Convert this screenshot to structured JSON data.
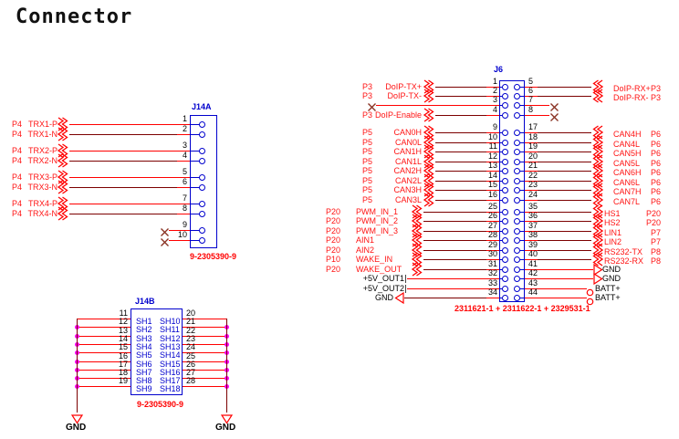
{
  "title": "Connector",
  "colors": {
    "red": "#ff0000",
    "maroon": "#7c0000",
    "blue": "#0000cd",
    "magenta": "#ff00ff",
    "black": "#000000",
    "label_red": "#ff1414",
    "xmark": "#8a3324"
  },
  "j14a": {
    "refdes": "J14A",
    "part": "9-2305390-9",
    "pins": [
      {
        "num": "1",
        "ref": "P4",
        "name": "TRX1-P",
        "term": "zigzag",
        "wire": "red"
      },
      {
        "num": "2",
        "ref": "P4",
        "name": "TRX1-N",
        "term": "zigzag",
        "wire": "maroon"
      },
      {
        "num": "3",
        "ref": "P4",
        "name": "TRX2-P",
        "term": "zigzag",
        "wire": "red"
      },
      {
        "num": "4",
        "ref": "P4",
        "name": "TRX2-N",
        "term": "zigzag",
        "wire": "maroon"
      },
      {
        "num": "5",
        "ref": "P4",
        "name": "TRX3-P",
        "term": "zigzag",
        "wire": "red"
      },
      {
        "num": "6",
        "ref": "P4",
        "name": "TRX3-N",
        "term": "zigzag",
        "wire": "maroon"
      },
      {
        "num": "7",
        "ref": "P4",
        "name": "TRX4-P",
        "term": "zigzag",
        "wire": "red"
      },
      {
        "num": "8",
        "ref": "P4",
        "name": "TRX4-N",
        "term": "zigzag",
        "wire": "maroon"
      },
      {
        "num": "9",
        "term": "x",
        "wire": "red"
      },
      {
        "num": "10",
        "term": "x",
        "wire": "red"
      }
    ]
  },
  "j6": {
    "refdes": "J6",
    "part": "2311621-1 + 2311622-1 + 2329531-1",
    "left": [
      {
        "num": "1",
        "ref": "P3",
        "name": "DoIP-TX+",
        "term": "zigzag",
        "wire": "maroon",
        "g": 0
      },
      {
        "num": "2",
        "ref": "P3",
        "name": "DoIP-TX-",
        "term": "zigzag",
        "wire": "maroon",
        "g": 0
      },
      {
        "num": "3",
        "term": "x",
        "wire": "red",
        "g": 0
      },
      {
        "num": "4",
        "ref": "P3",
        "name": "DoIP-Enable",
        "term": "zigzag",
        "wire": "maroon",
        "g": 0
      },
      {
        "num": "9",
        "ref": "P5",
        "name": "CAN0H",
        "term": "zigzag",
        "wire": "maroon",
        "g": 1
      },
      {
        "num": "10",
        "ref": "P5",
        "name": "CAN0L",
        "term": "zigzag",
        "wire": "maroon",
        "g": 1
      },
      {
        "num": "11",
        "ref": "P5",
        "name": "CAN1H",
        "term": "zigzag",
        "wire": "maroon",
        "g": 1
      },
      {
        "num": "12",
        "ref": "P5",
        "name": "CAN1L",
        "term": "zigzag",
        "wire": "maroon",
        "g": 1
      },
      {
        "num": "13",
        "ref": "P5",
        "name": "CAN2H",
        "term": "zigzag",
        "wire": "maroon",
        "g": 1
      },
      {
        "num": "14",
        "ref": "P5",
        "name": "CAN2L",
        "term": "zigzag",
        "wire": "maroon",
        "g": 1
      },
      {
        "num": "15",
        "ref": "P5",
        "name": "CAN3H",
        "term": "zigzag",
        "wire": "maroon",
        "g": 1
      },
      {
        "num": "16",
        "ref": "P5",
        "name": "CAN3L",
        "term": "zigzag",
        "wire": "maroon",
        "g": 1
      },
      {
        "num": "25",
        "ref": "P20",
        "name": "PWM_IN_1",
        "term": "zigzag",
        "wire": "maroon",
        "g": 2
      },
      {
        "num": "26",
        "ref": "P20",
        "name": "PWM_IN_2",
        "term": "zigzag",
        "wire": "maroon",
        "g": 2
      },
      {
        "num": "27",
        "ref": "P20",
        "name": "PWM_IN_3",
        "term": "zigzag",
        "wire": "maroon",
        "g": 2
      },
      {
        "num": "28",
        "ref": "P20",
        "name": "AIN1",
        "term": "zigzag",
        "wire": "maroon",
        "g": 2
      },
      {
        "num": "29",
        "ref": "P20",
        "name": "AIN2",
        "term": "zigzag",
        "wire": "maroon",
        "g": 2
      },
      {
        "num": "30",
        "ref": "P10",
        "name": "WAKE_IN",
        "term": "zigzag",
        "wire": "maroon",
        "g": 2
      },
      {
        "num": "31",
        "ref": "P20",
        "name": "WAKE_OUT",
        "term": "zigzag",
        "wire": "maroon",
        "g": 2
      },
      {
        "num": "32",
        "name": "+5V_OUT1",
        "term": "tick",
        "wire": "red",
        "black": true,
        "g": 2
      },
      {
        "num": "33",
        "name": "+5V_OUT2",
        "term": "tick",
        "wire": "red",
        "black": true,
        "g": 2
      },
      {
        "num": "34",
        "name": "GND",
        "term": "gnd-left",
        "wire": "maroon",
        "black": true,
        "g": 2
      }
    ],
    "right": [
      {
        "num": "5",
        "name": "DoIP-RX+",
        "ref": "P3",
        "term": "zigzag",
        "wire": "maroon",
        "g": 0
      },
      {
        "num": "6",
        "name": "DoIP-RX-",
        "ref": "P3",
        "term": "zigzag",
        "wire": "maroon",
        "g": 0
      },
      {
        "num": "7",
        "term": "x",
        "wire": "red",
        "g": 0
      },
      {
        "num": "8",
        "term": "x",
        "wire": "red",
        "g": 0
      },
      {
        "num": "17",
        "name": "CAN4H",
        "ref": "P6",
        "term": "zigzag",
        "wire": "maroon",
        "g": 1
      },
      {
        "num": "18",
        "name": "CAN4L",
        "ref": "P6",
        "term": "zigzag",
        "wire": "maroon",
        "g": 1
      },
      {
        "num": "19",
        "name": "CAN5H",
        "ref": "P6",
        "term": "zigzag",
        "wire": "maroon",
        "g": 1
      },
      {
        "num": "20",
        "name": "CAN5L",
        "ref": "P6",
        "term": "zigzag",
        "wire": "maroon",
        "g": 1
      },
      {
        "num": "21",
        "name": "CAN6H",
        "ref": "P6",
        "term": "zigzag",
        "wire": "maroon",
        "g": 1
      },
      {
        "num": "22",
        "name": "CAN6L",
        "ref": "P6",
        "term": "zigzag",
        "wire": "maroon",
        "g": 1
      },
      {
        "num": "23",
        "name": "CAN7H",
        "ref": "P6",
        "term": "zigzag",
        "wire": "maroon",
        "g": 1
      },
      {
        "num": "24",
        "name": "CAN7L",
        "ref": "P6",
        "term": "zigzag",
        "wire": "maroon",
        "g": 1
      },
      {
        "num": "35",
        "name": "HS1",
        "ref": "P20",
        "term": "zigzag",
        "wire": "maroon",
        "g": 2
      },
      {
        "num": "36",
        "name": "HS2",
        "ref": "P20",
        "term": "zigzag",
        "wire": "maroon",
        "g": 2
      },
      {
        "num": "37",
        "name": "LIN1",
        "ref": "P7",
        "term": "zigzag",
        "wire": "maroon",
        "g": 2
      },
      {
        "num": "38",
        "name": "LIN2",
        "ref": "P7",
        "term": "zigzag",
        "wire": "maroon",
        "g": 2
      },
      {
        "num": "39",
        "name": "RS232-TX",
        "ref": "P8",
        "term": "zigzag",
        "wire": "maroon",
        "g": 2
      },
      {
        "num": "40",
        "name": "RS232-RX",
        "ref": "P8",
        "term": "zigzag",
        "wire": "maroon",
        "g": 2
      },
      {
        "num": "41",
        "name": "GND",
        "term": "gnd-right",
        "wire": "red",
        "black": true,
        "g": 2
      },
      {
        "num": "42",
        "name": "GND",
        "term": "gnd-right",
        "wire": "red",
        "black": true,
        "g": 2
      },
      {
        "num": "43",
        "name": "BATT+",
        "term": "circle",
        "wire": "red",
        "black": true,
        "g": 2
      },
      {
        "num": "44",
        "name": "BATT+",
        "term": "circle",
        "wire": "red",
        "black": true,
        "g": 2
      }
    ]
  },
  "j14b": {
    "refdes": "J14B",
    "part": "9-2305390-9",
    "gnd_left": "GND",
    "gnd_right": "GND",
    "rows": [
      {
        "ln": "11",
        "ls": "SH1",
        "rs": "SH10",
        "rn": "20"
      },
      {
        "ln": "12",
        "ls": "SH2",
        "rs": "SH11",
        "rn": "21"
      },
      {
        "ln": "13",
        "ls": "SH3",
        "rs": "SH12",
        "rn": "22"
      },
      {
        "ln": "14",
        "ls": "SH4",
        "rs": "SH13",
        "rn": "23"
      },
      {
        "ln": "15",
        "ls": "SH5",
        "rs": "SH14",
        "rn": "24"
      },
      {
        "ln": "16",
        "ls": "SH6",
        "rs": "SH15",
        "rn": "25"
      },
      {
        "ln": "17",
        "ls": "SH7",
        "rs": "SH16",
        "rn": "26"
      },
      {
        "ln": "18",
        "ls": "SH8",
        "rs": "SH17",
        "rn": "27"
      },
      {
        "ln": "19",
        "ls": "SH9",
        "rs": "SH18",
        "rn": "28"
      }
    ]
  }
}
